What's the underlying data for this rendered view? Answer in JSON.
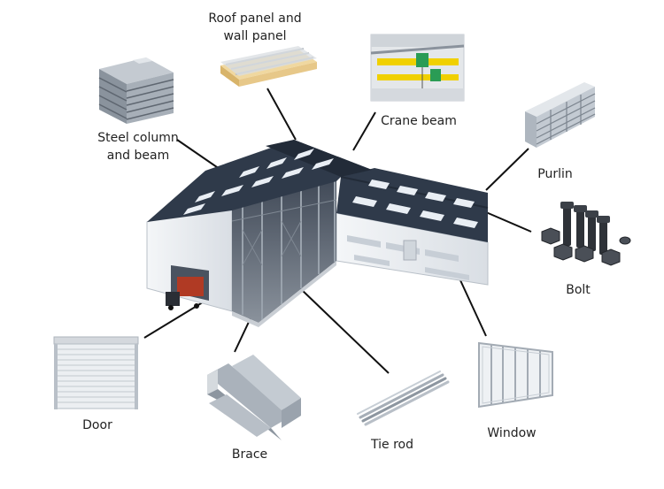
{
  "labels": {
    "roof_panel": [
      "Roof panel and",
      "wall panel"
    ],
    "steel_column": [
      "Steel column",
      "and beam"
    ],
    "crane_beam": "Crane beam",
    "purlin": "Purlin",
    "bolt": "Bolt",
    "door": "Door",
    "brace": "Brace",
    "tie_rod": "Tie rod",
    "window": "Window"
  },
  "colors": {
    "roof": "#2f3a4a",
    "roof_dark": "#222b38",
    "skylight": "#e9eef4",
    "wall": "#eef0f3",
    "wall_shade": "#d6dbe1",
    "frame": "#8c949e",
    "steel": "#9aa3ad",
    "truck_red": "#b03a24",
    "crane_yellow": "#f0d000"
  }
}
